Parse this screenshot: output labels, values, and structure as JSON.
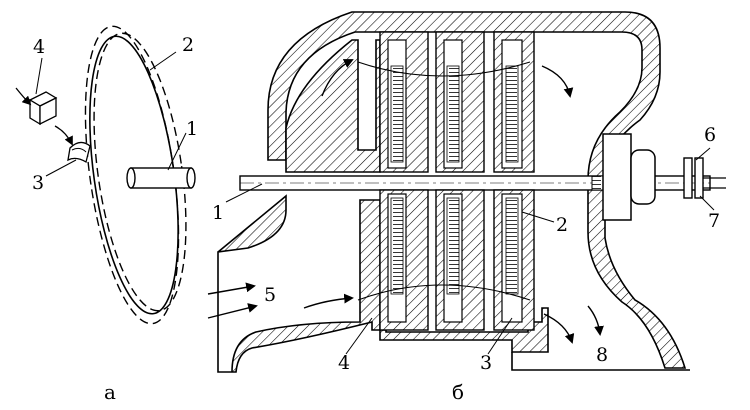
{
  "figure_a": {
    "caption": "а",
    "labels": {
      "shaft": "1",
      "disk": "2",
      "cavity": "3",
      "particle": "4"
    }
  },
  "figure_b": {
    "caption": "б",
    "labels": {
      "shaft": "1",
      "disk": "2",
      "baffle": "3",
      "inlet_wall": "4",
      "inlet_flow": "5",
      "coupling": "6",
      "shaft_end": "7",
      "outlet_flow": "8"
    }
  }
}
